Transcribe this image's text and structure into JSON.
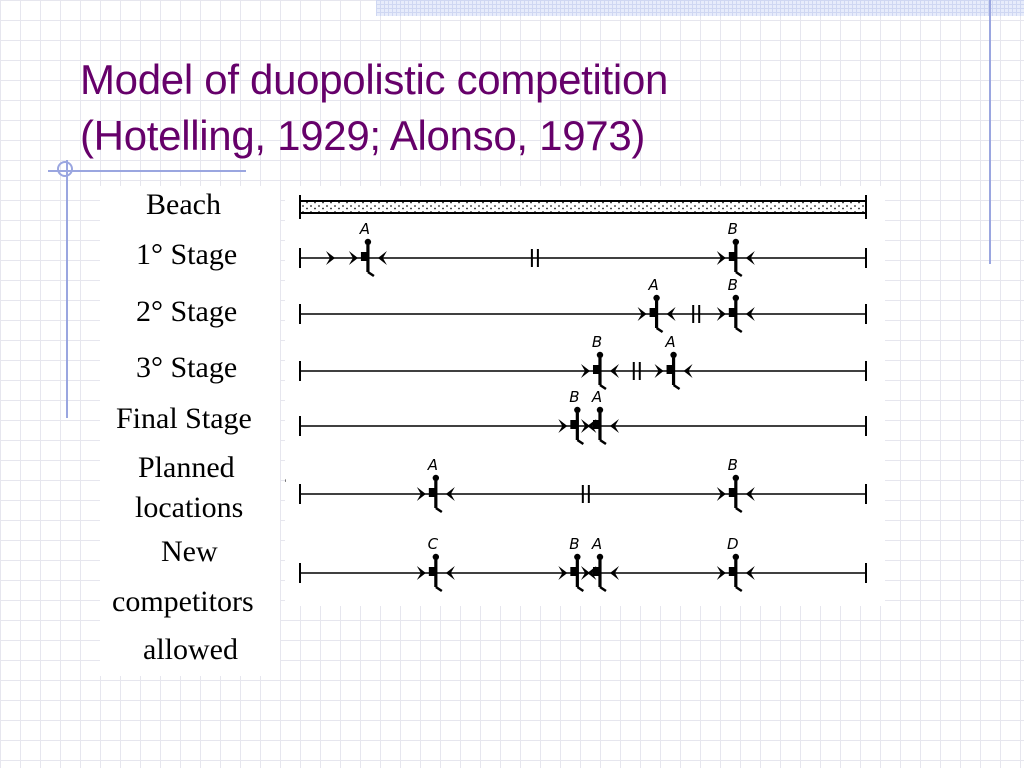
{
  "slide": {
    "title_line1": "Model of duopolistic competition",
    "title_line2": "(Hotelling, 1929; Alonso, 1973)"
  },
  "row_labels": {
    "beach": "Beach",
    "stage1": "1° Stage",
    "stage2": "2° Stage",
    "stage3": "3° Stage",
    "final": "Final Stage",
    "planned_1": "Planned",
    "planned_2": "locations",
    "new_1": "New",
    "new_2": "competitors",
    "new_3": "allowed"
  },
  "colors": {
    "title": "#66006a",
    "grid_line": "#e6e6ee",
    "accent_rule": "#9aa6e0",
    "ink": "#000000"
  },
  "figure": {
    "stray_mark": "e",
    "beach_length": 100,
    "rows": [
      {
        "id": "stage1",
        "vendors": [
          {
            "letter": "A",
            "pos": 12
          },
          {
            "letter": "B",
            "pos": 77
          }
        ],
        "boundaries": [
          41.5
        ]
      },
      {
        "id": "stage2",
        "vendors": [
          {
            "letter": "A",
            "pos": 63
          },
          {
            "letter": "B",
            "pos": 77
          }
        ],
        "boundaries": [
          70
        ]
      },
      {
        "id": "stage3",
        "vendors": [
          {
            "letter": "B",
            "pos": 53
          },
          {
            "letter": "A",
            "pos": 66
          }
        ],
        "boundaries": [
          59.5
        ]
      },
      {
        "id": "final",
        "vendors": [
          {
            "letter": "B",
            "pos": 49
          },
          {
            "letter": "A",
            "pos": 53
          }
        ],
        "boundaries": []
      },
      {
        "id": "planned",
        "vendors": [
          {
            "letter": "A",
            "pos": 24
          },
          {
            "letter": "B",
            "pos": 77
          }
        ],
        "boundaries": [
          50.5
        ]
      },
      {
        "id": "new_competitors",
        "vendors": [
          {
            "letter": "C",
            "pos": 24
          },
          {
            "letter": "B",
            "pos": 49
          },
          {
            "letter": "A",
            "pos": 53
          },
          {
            "letter": "D",
            "pos": 77
          }
        ],
        "boundaries": []
      }
    ]
  }
}
